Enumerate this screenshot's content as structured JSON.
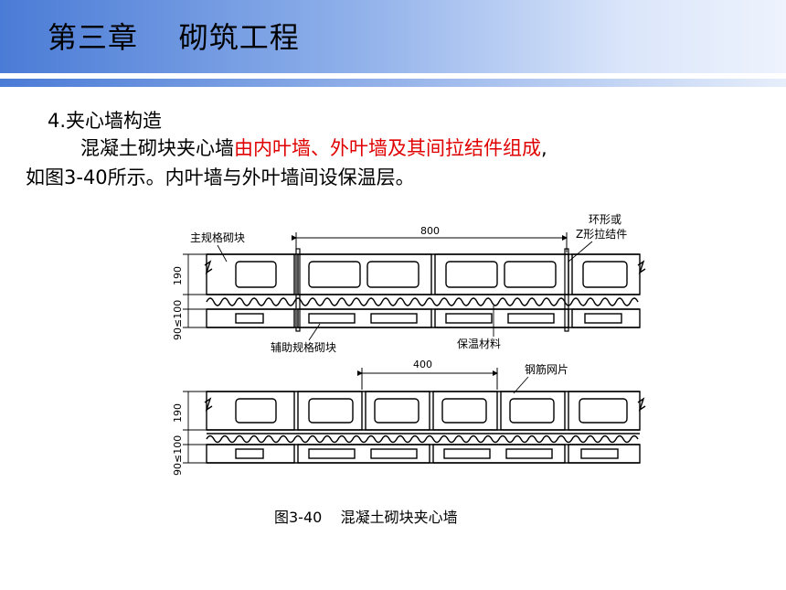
{
  "header": {
    "title": "第三章    砌筑工程"
  },
  "section": {
    "heading": "4.夹心墙构造"
  },
  "paragraph": {
    "part1": "混凝土砌块夹心墙",
    "part2_red": "由内叶墙、外叶墙及其间拉结件组成",
    "part3": ",",
    "line2": "如图3-40所示。内叶墙与外叶墙间设保温层。"
  },
  "figure": {
    "labels": {
      "main_block": "主规格砌块",
      "dim_800": "800",
      "tie_line1": "环形或",
      "tie_line2": "Z形拉结件",
      "aux_block": "辅助规格砌块",
      "insulation": "保温材料",
      "dim_400": "400",
      "mesh": "钢筋网片",
      "dim_190": "190",
      "dim_90_100": "90≤100"
    },
    "caption": "图3-40    混凝土砌块夹心墙"
  },
  "colors": {
    "accent_blue": "#4a7bd6",
    "emphasis_red": "#e00000"
  }
}
